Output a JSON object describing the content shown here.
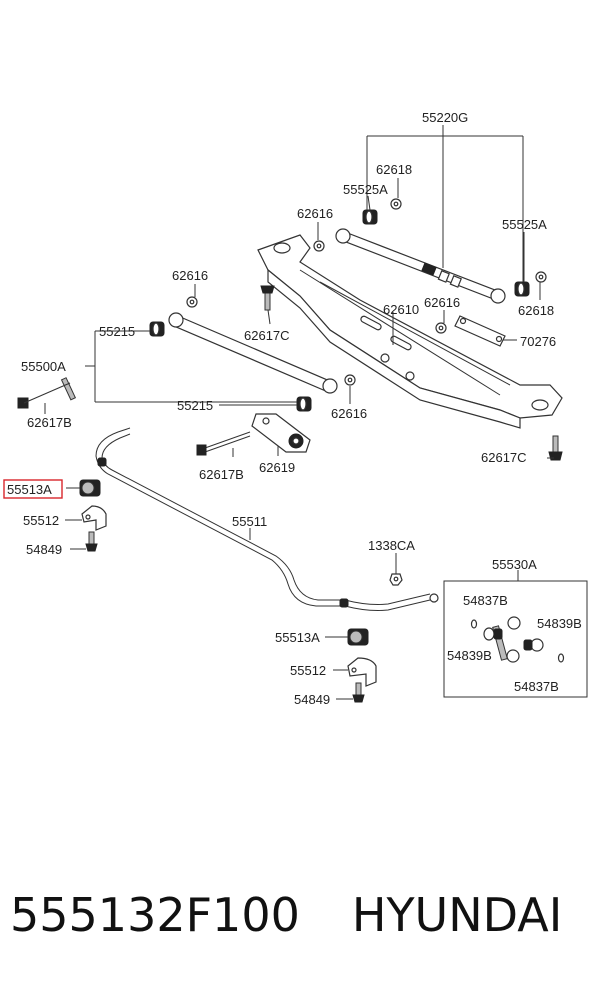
{
  "labels": {
    "l55220G": "55220G",
    "l62618a": "62618",
    "l55525Aa": "55525A",
    "l62616a": "62616",
    "l55525Ab": "55525A",
    "l62618b": "62618",
    "l62616b": "62616",
    "l62616c": "62616",
    "l62610": "62610",
    "l70276": "70276",
    "l55215a": "55215",
    "l62617C": "62617C",
    "l55500A": "55500A",
    "l62617Ba": "62617B",
    "l55215b": "55215",
    "l62616d": "62616",
    "l62617Cb": "62617C",
    "l62617Bb": "62617B",
    "l62619": "62619",
    "l55513Aa": "55513A",
    "l55512a": "55512",
    "l55511": "55511",
    "l54849a": "54849",
    "l1338CA": "1338CA",
    "l55530A": "55530A",
    "l54837Ba": "54837B",
    "l54839Ba": "54839B",
    "l54839Bb": "54839B",
    "l54837Bb": "54837B",
    "l55513Ab": "55513A",
    "l55512b": "55512",
    "l54849b": "54849"
  },
  "highlight_color": "#d9262c",
  "footer": {
    "part_number": "555132F100",
    "brand": "HYUNDAI"
  }
}
